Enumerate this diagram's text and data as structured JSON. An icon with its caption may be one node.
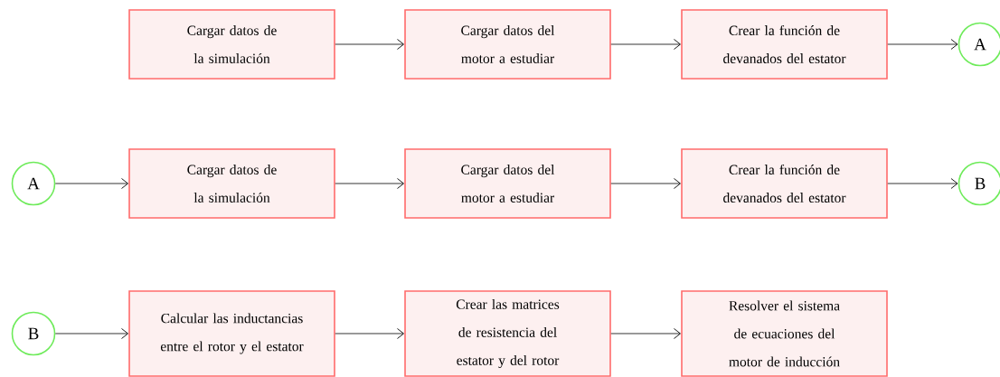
{
  "diagram": {
    "nodes": [
      {
        "text": [
          "Cargar datos de la simulación"
        ]
      },
      {
        "text": [
          "Cargar datos del motor a estudiar"
        ]
      },
      {
        "text": [
          "Crear la función de devanados del estator"
        ]
      },
      {
        "text": [
          "A"
        ]
      },
      {
        "text": [
          "A"
        ]
      },
      {
        "text": [
          "Cargar datos de la simulación"
        ]
      },
      {
        "text": [
          "Cargar datos del motor a estudiar"
        ]
      },
      {
        "text": [
          "Crear la función de devanados del estator"
        ]
      },
      {
        "text": [
          "B"
        ]
      },
      {
        "text": [
          "B"
        ]
      },
      {
        "text": [
          "Calcular las inductancias entre el rotor y el estator"
        ]
      },
      {
        "text": [
          "Crear las matrices de resistencia del estator y del rotor"
        ]
      },
      {
        "text": [
          "Resolver el sistema de ecuaciones del motor de inducción"
        ]
      }
    ],
    "edges": [
      {
        "from": 0,
        "to": 1,
        "arrow": "to"
      },
      {
        "from": 1,
        "to": 2,
        "arrow": "to"
      },
      {
        "from": 2,
        "to": 3,
        "arrow": "to"
      },
      {
        "from": 4,
        "to": 5,
        "arrow": "to"
      },
      {
        "from": 5,
        "to": 6,
        "arrow": "to"
      },
      {
        "from": 6,
        "to": 7,
        "arrow": "to"
      },
      {
        "from": 7,
        "to": 8,
        "arrow": "to"
      },
      {
        "from": 9,
        "to": 10,
        "arrow": "to"
      },
      {
        "from": 10,
        "to": 11,
        "arrow": "to"
      },
      {
        "from": 11,
        "to": 12,
        "arrow": "to"
      }
    ]
  }
}
